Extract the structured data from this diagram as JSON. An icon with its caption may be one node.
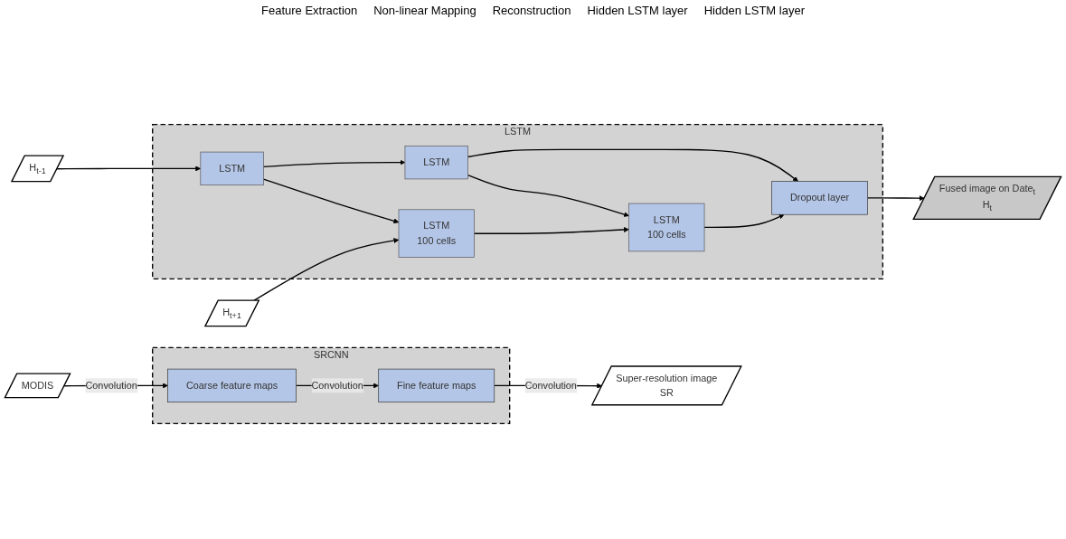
{
  "diagram": {
    "nodes": [
      {
        "text": [
          "SRCNN"
        ]
      },
      {
        "text": [
          "MODIS"
        ]
      },
      {
        "text": [
          "Coarse feature maps"
        ],
        "in": 0
      },
      {
        "text": [
          "Fine feature maps"
        ],
        "in": 0
      },
      {
        "text": [
          "Super-resolution image",
          "SR"
        ]
      },
      {
        "text": [
          "LSTM"
        ]
      },
      {
        "text": [
          "H$_{t-1}$"
        ]
      },
      {
        "text": [
          "H$_{t+1}$"
        ]
      },
      {
        "text": [
          "LSTM"
        ],
        "in": 5
      },
      {
        "text": [
          "LSTM"
        ],
        "in": 5
      },
      {
        "text": [
          "LSTM",
          "100 cells"
        ],
        "in": 5
      },
      {
        "text": [
          "LSTM",
          "100 cells"
        ],
        "in": 5
      },
      {
        "text": [
          "Dropout layer"
        ],
        "in": 5
      },
      {
        "text": [
          "Fused image on Date$_{t}$",
          "H$_{t}$"
        ]
      }
    ],
    "edges": [
      {
        "from": 1,
        "to": 2,
        "arrow": "to",
        "label": "Convolution"
      },
      {
        "from": 2,
        "to": 3,
        "arrow": "to",
        "label": "Convolution"
      },
      {
        "from": 3,
        "to": 4,
        "arrow": "to",
        "label": "Convolution"
      },
      {
        "from": 6,
        "to": 8,
        "arrow": "to"
      },
      {
        "from": 8,
        "to": 9,
        "arrow": "to"
      },
      {
        "from": 9,
        "to": 12,
        "arrow": "to"
      },
      {
        "from": 8,
        "to": 10,
        "arrow": "to"
      },
      {
        "from": 9,
        "to": 11,
        "arrow": "to"
      },
      {
        "from": 7,
        "to": 10,
        "arrow": "to"
      },
      {
        "from": 10,
        "to": 11,
        "arrow": "to"
      },
      {
        "from": 11,
        "to": 12,
        "arrow": "to"
      },
      {
        "from": 12,
        "to": 13,
        "arrow": "to"
      }
    ],
    "labels": [
      "Feature Extraction",
      "Non-linear Mapping",
      "Reconstruction",
      "Hidden LSTM layer",
      "Hidden LSTM layer"
    ]
  }
}
